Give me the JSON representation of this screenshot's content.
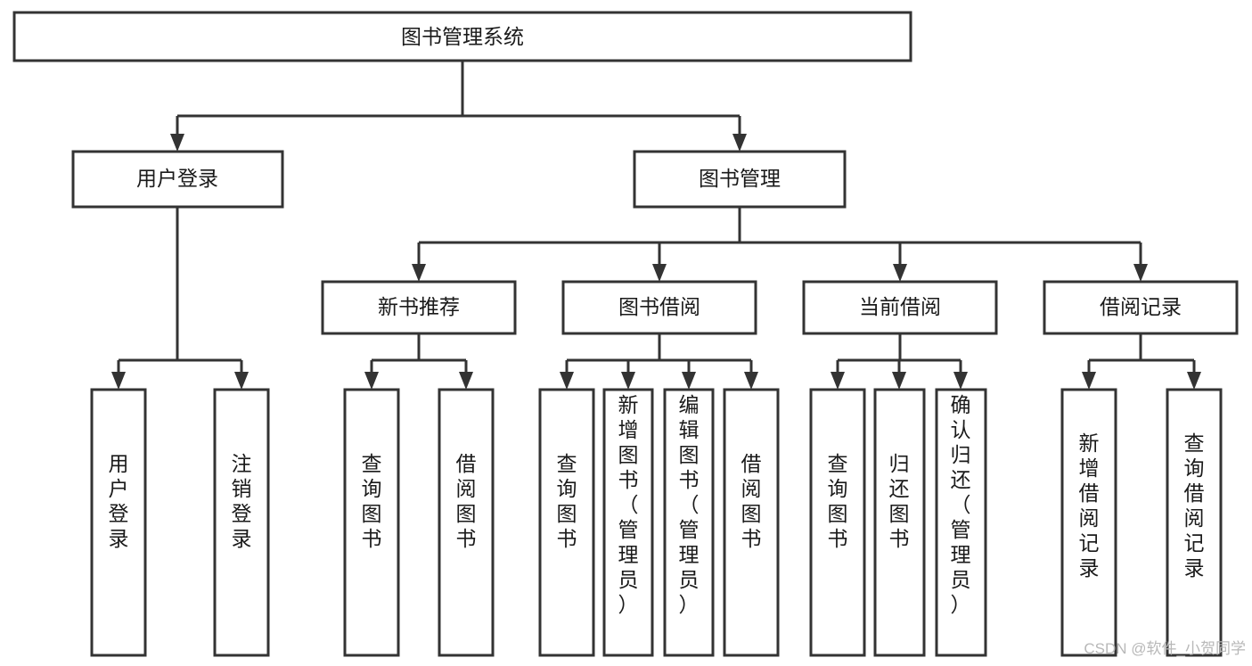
{
  "diagram": {
    "type": "tree-hierarchy",
    "title": "图书管理系统",
    "orientation": "top-down",
    "colors": {
      "box_stroke": "#333333",
      "box_fill": "#ffffff",
      "text": "#1a1a1a",
      "connector": "#333333",
      "watermark": "#b8b8b8",
      "background": "#ffffff"
    },
    "levels": 4
  },
  "root": {
    "label": "图书管理系统"
  },
  "level2": [
    {
      "label": "用户登录"
    },
    {
      "label": "图书管理"
    }
  ],
  "level3": [
    {
      "label": "新书推荐"
    },
    {
      "label": "图书借阅"
    },
    {
      "label": "当前借阅"
    },
    {
      "label": "借阅记录"
    }
  ],
  "leaves": {
    "user_login": [
      {
        "label": "用户登录"
      },
      {
        "label": "注销登录"
      }
    ],
    "new_book_recommend": [
      {
        "label": "查询图书"
      },
      {
        "label": "借阅图书"
      }
    ],
    "book_borrow": [
      {
        "label": "查询图书"
      },
      {
        "label": "新增图书（管理员）"
      },
      {
        "label": "编辑图书（管理员）"
      },
      {
        "label": "借阅图书"
      }
    ],
    "current_borrow": [
      {
        "label": "查询图书"
      },
      {
        "label": "归还图书"
      },
      {
        "label": "确认归还（管理员）"
      }
    ],
    "borrow_record": [
      {
        "label": "新增借阅记录"
      },
      {
        "label": "查询借阅记录"
      }
    ]
  },
  "watermark": {
    "text": "CSDN @软件_小贺同学"
  }
}
